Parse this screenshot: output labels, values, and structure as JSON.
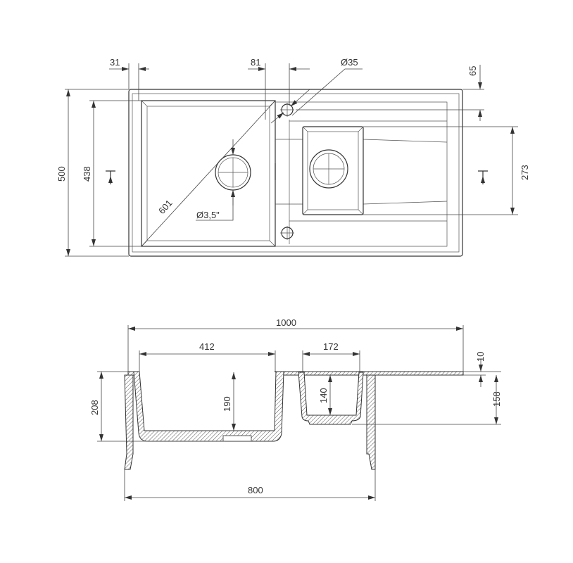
{
  "top_view": {
    "dimensions": {
      "edge_offset": "31",
      "tap_hole_offset": "81",
      "tap_hole_diameter": "Ø35",
      "tap_hole_from_back": "65",
      "total_depth": "500",
      "bowl_depth": "438",
      "small_bowl_depth": "273",
      "bowl_diagonal": "601",
      "drain_diameter": "Ø3,5\""
    }
  },
  "section_view": {
    "dimensions": {
      "total_width": "1000",
      "bowl_width": "412",
      "small_bowl_width": "172",
      "deck_thickness": "10",
      "total_height": "208",
      "bowl_inner_depth": "190",
      "small_bowl_inner_depth": "140",
      "small_bowl_height": "158",
      "cabinet_width": "800"
    }
  }
}
